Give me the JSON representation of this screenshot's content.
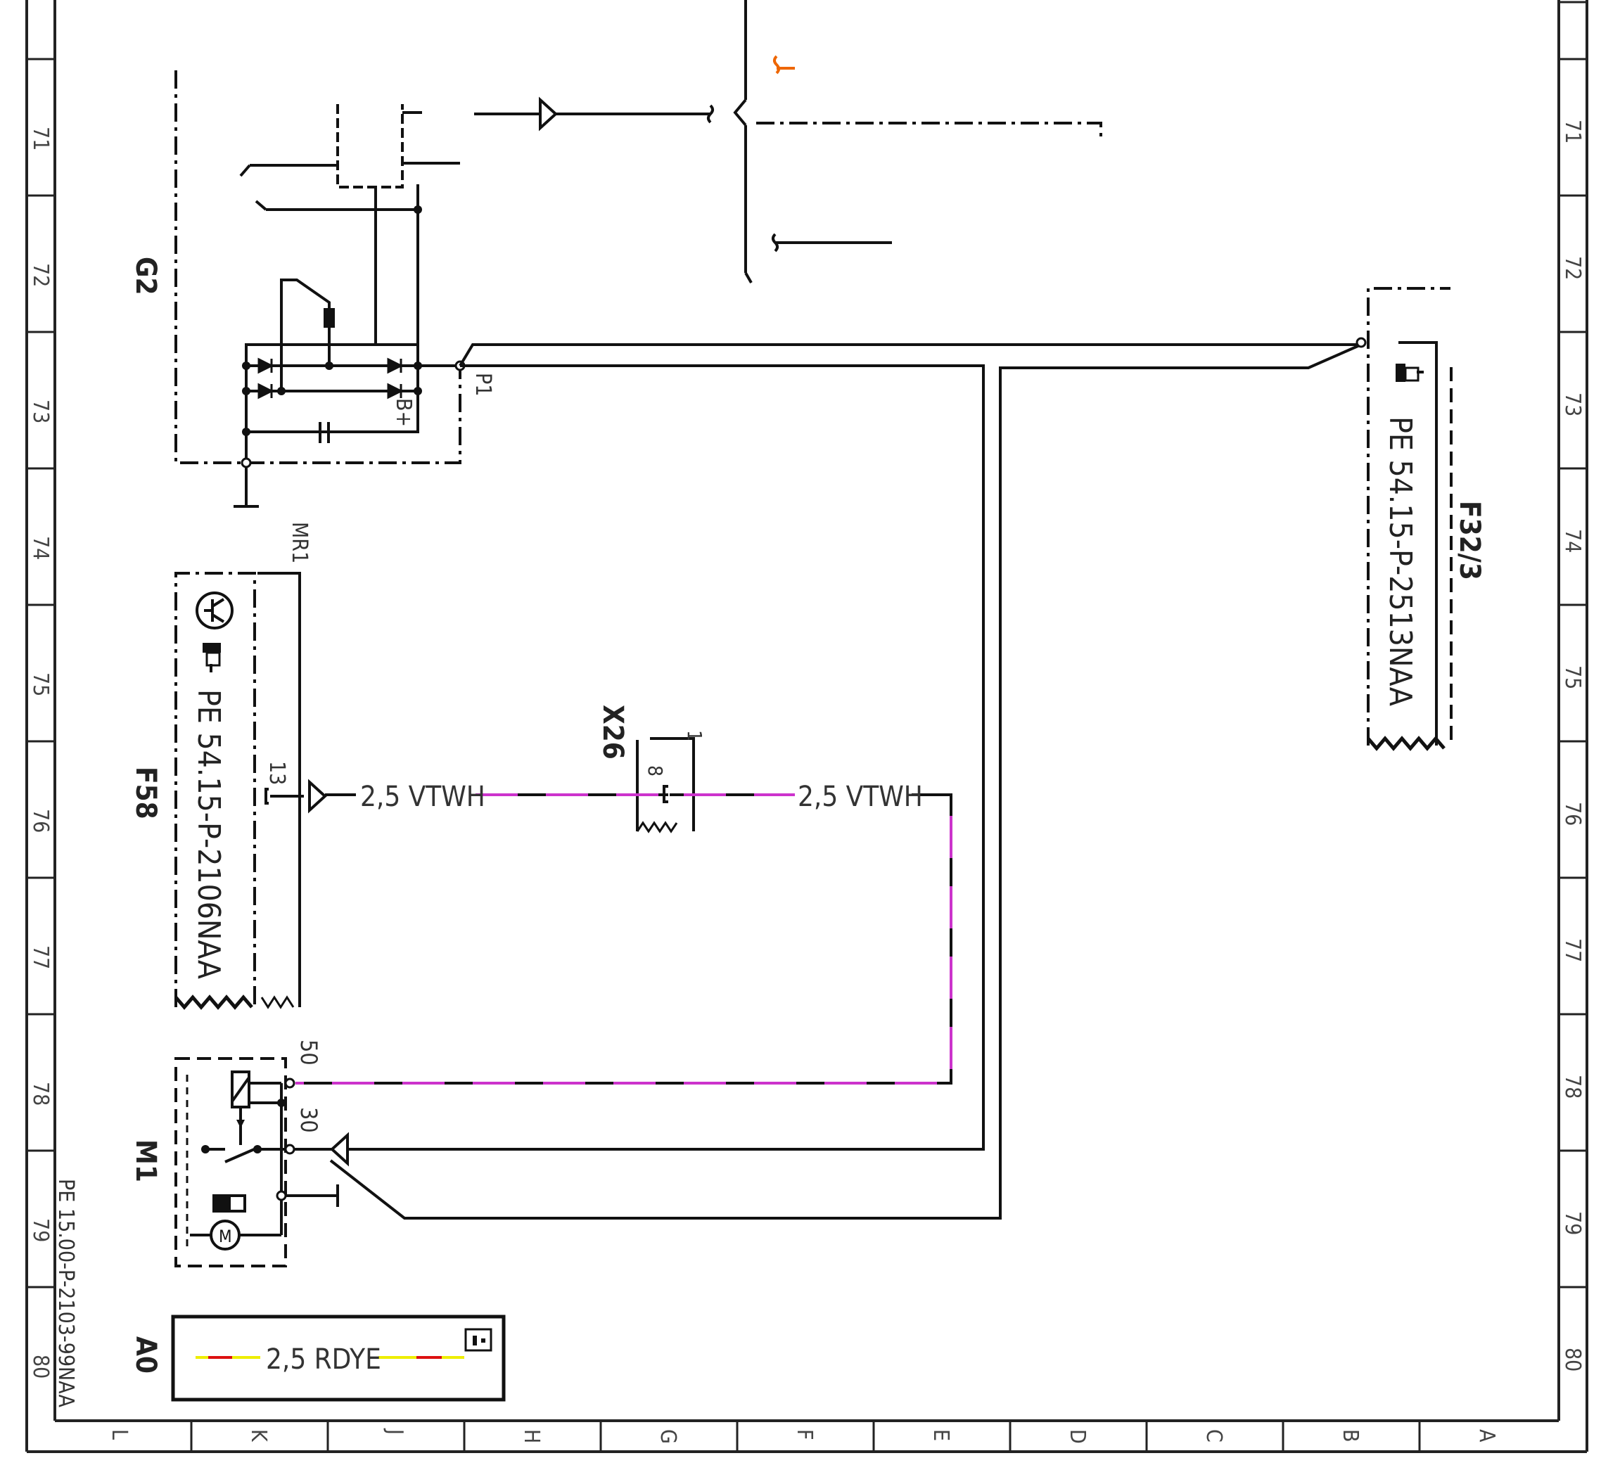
{
  "sheet": {
    "doc_number": "PE 15.00-P-2103-99NAA",
    "row_numbers": [
      "71",
      "72",
      "73",
      "74",
      "75",
      "76",
      "77",
      "78",
      "79",
      "80"
    ],
    "columns": [
      "L",
      "K",
      "J",
      "H",
      "G",
      "F",
      "E",
      "D",
      "C",
      "B",
      "A"
    ]
  },
  "components": {
    "g2": {
      "label": "G2",
      "pin_p1": "P1",
      "pin_bplus": "B+"
    },
    "f32": {
      "label": "F32/3",
      "ref": "PE 54.15-P-2513NAA"
    },
    "f58": {
      "label": "F58",
      "ref": "PE 54.15-P-2106NAA",
      "pin_mr1": "MR1",
      "pin_13": "13"
    },
    "x26": {
      "label": "X26",
      "pin_1": "1",
      "pin_8": "8"
    },
    "m1": {
      "label": "M1",
      "pin_50": "50",
      "pin_30": "30"
    },
    "a0": {
      "label": "A0",
      "legend_wire": "2,5 RDYE"
    }
  },
  "wires": {
    "w1": "2,5 VTWH",
    "w2": "2,5 VTWH"
  },
  "colors": {
    "line": "#111111",
    "violet": "#cc33cc",
    "red": "#dd1111",
    "yellow": "#eeee00",
    "orange": "#ee6600",
    "grid": "#222222"
  }
}
